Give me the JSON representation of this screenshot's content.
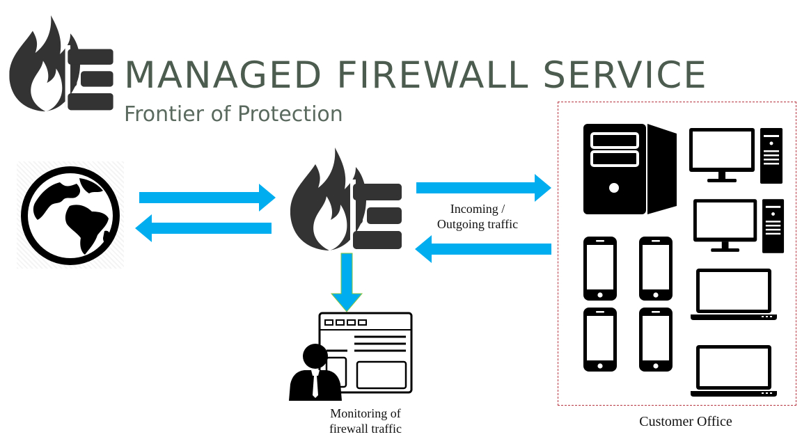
{
  "header": {
    "title": "MANAGED FIREWALL SERVICE",
    "subtitle": "Frontier of Protection"
  },
  "labels": {
    "traffic_line1": "Incoming /",
    "traffic_line2": "Outgoing traffic",
    "monitoring_line1": "Monitoring of",
    "monitoring_line2": "firewall traffic",
    "customer_office": "Customer Office"
  },
  "colors": {
    "arrow": "#00adef",
    "icon": "#333333",
    "black": "#000000",
    "title": "#4c5c4f",
    "office_border": "#b5333f"
  },
  "icons": {
    "logo": "firewall-icon",
    "internet": "globe-icon",
    "firewall": "firewall-icon",
    "monitor": "admin-monitor-icon",
    "server": "server-icon",
    "desktops": "desktop-icon",
    "phones": "smartphone-icon",
    "laptops": "laptop-icon"
  }
}
